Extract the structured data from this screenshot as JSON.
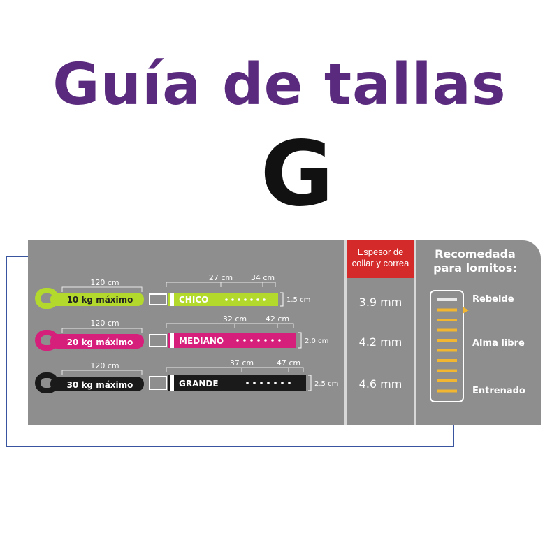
{
  "title": "Guía de tallas",
  "size_letter": "G",
  "columns": {
    "thickness_header": "Espesor de collar y correa",
    "recommend_header_line1": "Recomedada",
    "recommend_header_line2": "para lomitos:"
  },
  "rows": [
    {
      "leash_length": "120 cm",
      "leash_max": "10 kg máximo",
      "collar_name": "CHICO",
      "collar_min": "27 cm",
      "collar_max": "34 cm",
      "width": "1.5 cm",
      "thickness": "3.9 mm",
      "color": "#b3d92d"
    },
    {
      "leash_length": "120 cm",
      "leash_max": "20 kg máximo",
      "collar_name": "MEDIANO",
      "collar_min": "32 cm",
      "collar_max": "42 cm",
      "width": "2.0 cm",
      "thickness": "4.2 mm",
      "color": "#d61f7a"
    },
    {
      "leash_length": "120 cm",
      "leash_max": "30 kg máximo",
      "collar_name": "GRANDE",
      "collar_min": "37 cm",
      "collar_max": "47 cm",
      "width": "2.5 cm",
      "thickness": "4.6 mm",
      "color": "#1a1a1a"
    }
  ],
  "behavior_levels": [
    "Rebelde",
    "Alma libre",
    "Entrenado"
  ],
  "scale_colors": {
    "bar": "#f2b630",
    "top": "#e8e8e8",
    "pointer": "#f2b630"
  }
}
